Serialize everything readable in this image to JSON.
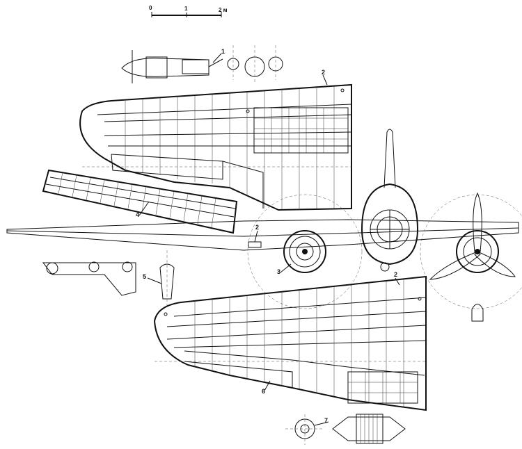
{
  "scale_bar": {
    "start": "0",
    "mid": "1",
    "end": "2 м"
  },
  "callouts": [
    {
      "id": "c1a",
      "text": "1"
    },
    {
      "id": "c2a",
      "text": "2"
    },
    {
      "id": "c2b",
      "text": "2"
    },
    {
      "id": "c2c",
      "text": "2"
    },
    {
      "id": "c3",
      "text": "3"
    },
    {
      "id": "c4",
      "text": "4"
    },
    {
      "id": "c5",
      "text": "5"
    },
    {
      "id": "c6",
      "text": "6"
    },
    {
      "id": "c7",
      "text": "7"
    }
  ],
  "colors": {
    "ink": "#111111",
    "paper": "#ffffff"
  }
}
